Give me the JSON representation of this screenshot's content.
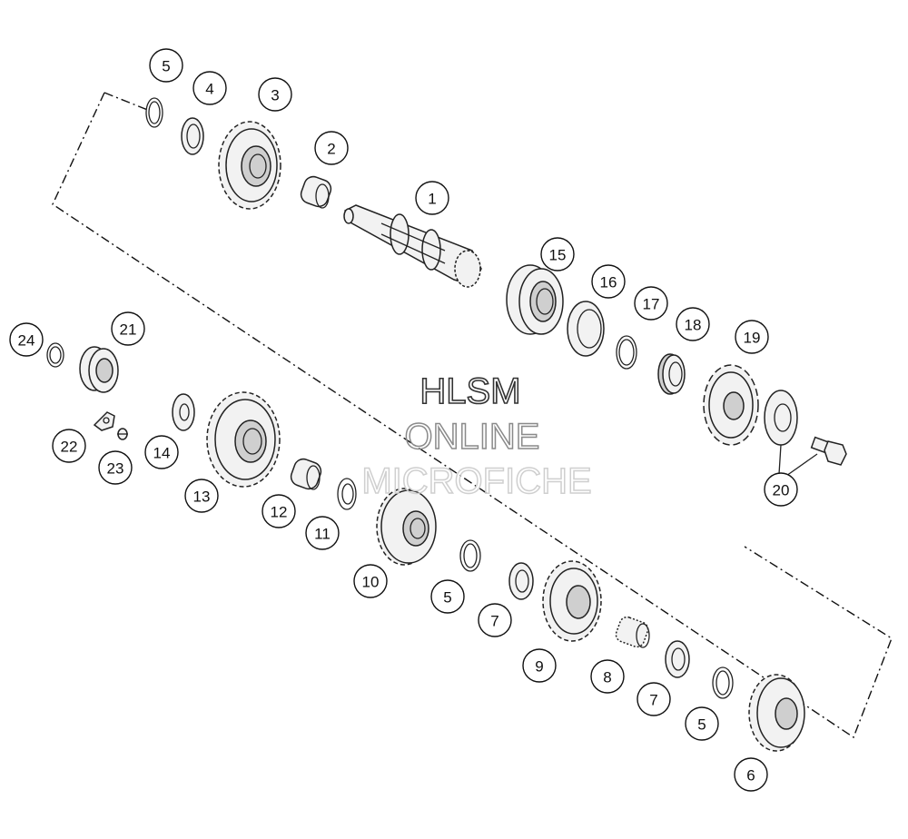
{
  "watermark": {
    "line1": "HLSM",
    "line2": "ONLINE",
    "line3": "MICROFICHE"
  },
  "callouts": [
    {
      "id": "c1",
      "label": "1"
    },
    {
      "id": "c2",
      "label": "2"
    },
    {
      "id": "c3",
      "label": "3"
    },
    {
      "id": "c4",
      "label": "4"
    },
    {
      "id": "c5a",
      "label": "5"
    },
    {
      "id": "c15",
      "label": "15"
    },
    {
      "id": "c16",
      "label": "16"
    },
    {
      "id": "c17",
      "label": "17"
    },
    {
      "id": "c18",
      "label": "18"
    },
    {
      "id": "c19",
      "label": "19"
    },
    {
      "id": "c20",
      "label": "20"
    },
    {
      "id": "c21",
      "label": "21"
    },
    {
      "id": "c24",
      "label": "24"
    },
    {
      "id": "c22",
      "label": "22"
    },
    {
      "id": "c23",
      "label": "23"
    },
    {
      "id": "c14",
      "label": "14"
    },
    {
      "id": "c13",
      "label": "13"
    },
    {
      "id": "c12",
      "label": "12"
    },
    {
      "id": "c11",
      "label": "11"
    },
    {
      "id": "c10",
      "label": "10"
    },
    {
      "id": "c5b",
      "label": "5"
    },
    {
      "id": "c7a",
      "label": "7"
    },
    {
      "id": "c9",
      "label": "9"
    },
    {
      "id": "c8",
      "label": "8"
    },
    {
      "id": "c7b",
      "label": "7"
    },
    {
      "id": "c5c",
      "label": "5"
    },
    {
      "id": "c6",
      "label": "6"
    }
  ]
}
